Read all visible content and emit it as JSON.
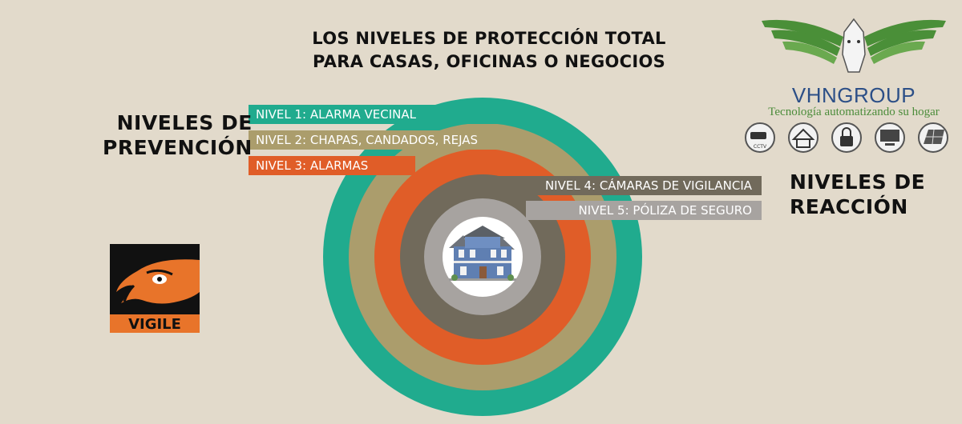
{
  "title": {
    "line1": "LOS NIVELES DE PROTECCIÓN TOTAL",
    "line2": "PARA CASAS, OFICINAS O NEGOCIOS"
  },
  "prevention": {
    "line1": "NIVELES DE",
    "line2": "PREVENCIÓN"
  },
  "reaction": {
    "line1": "NIVELES DE",
    "line2": "REACCIÓN"
  },
  "levels": [
    {
      "label": "NIVEL 1: ALARMA VECINAL",
      "color": "#20ab8e"
    },
    {
      "label": "NIVEL 2: CHAPAS, CANDADOS, REJAS",
      "color": "#ab9d6c"
    },
    {
      "label": "NIVEL 3: ALARMAS",
      "color": "#e05d28"
    },
    {
      "label": "NIVEL 4: CÁMARAS DE VIGILANCIA",
      "color": "#716a5b"
    },
    {
      "label": "NIVEL 5: PÓLIZA DE SEGURO",
      "color": "#a7a3a0"
    }
  ],
  "center_icon": "house-icon",
  "logos": {
    "vhngroup": {
      "name": "VHNGROUP",
      "tagline": "Tecnología automatizando su hogar",
      "icons": [
        "cctv-icon",
        "home-automation-icon",
        "access-control-icon",
        "software-hardware-icon",
        "solar-energy-icon"
      ]
    },
    "vigile": {
      "name": "VIGILE"
    }
  }
}
